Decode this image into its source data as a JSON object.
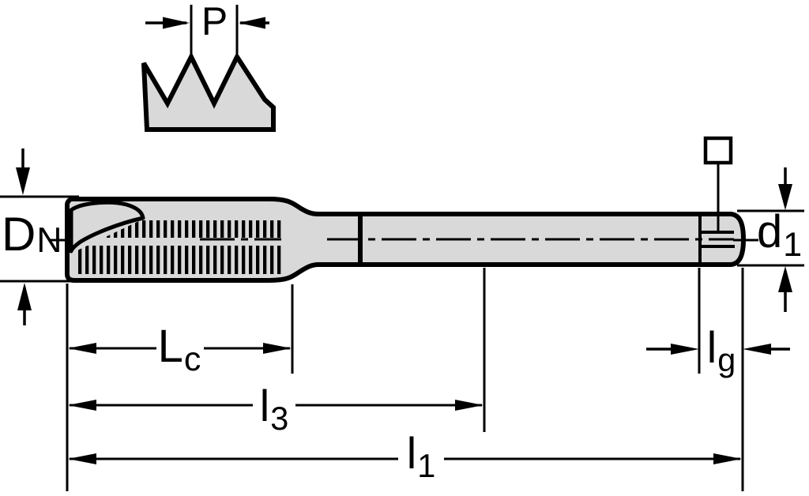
{
  "drawing": {
    "background_color": "#ffffff",
    "line_color": "#000000",
    "body_fill_color": "#d9d9d9"
  },
  "labels": {
    "pitch": {
      "base": "P",
      "sub": ""
    },
    "nominal_diameter": {
      "base": "D",
      "sub": "N"
    },
    "shank_diameter": {
      "base": "d",
      "sub": "1"
    },
    "thread_length": {
      "base": "L",
      "sub": "c"
    },
    "length_to_thread_end": {
      "base": "l",
      "sub": "3"
    },
    "overall_length": {
      "base": "l",
      "sub": "1"
    },
    "square_length": {
      "base": "l",
      "sub": "g"
    }
  }
}
